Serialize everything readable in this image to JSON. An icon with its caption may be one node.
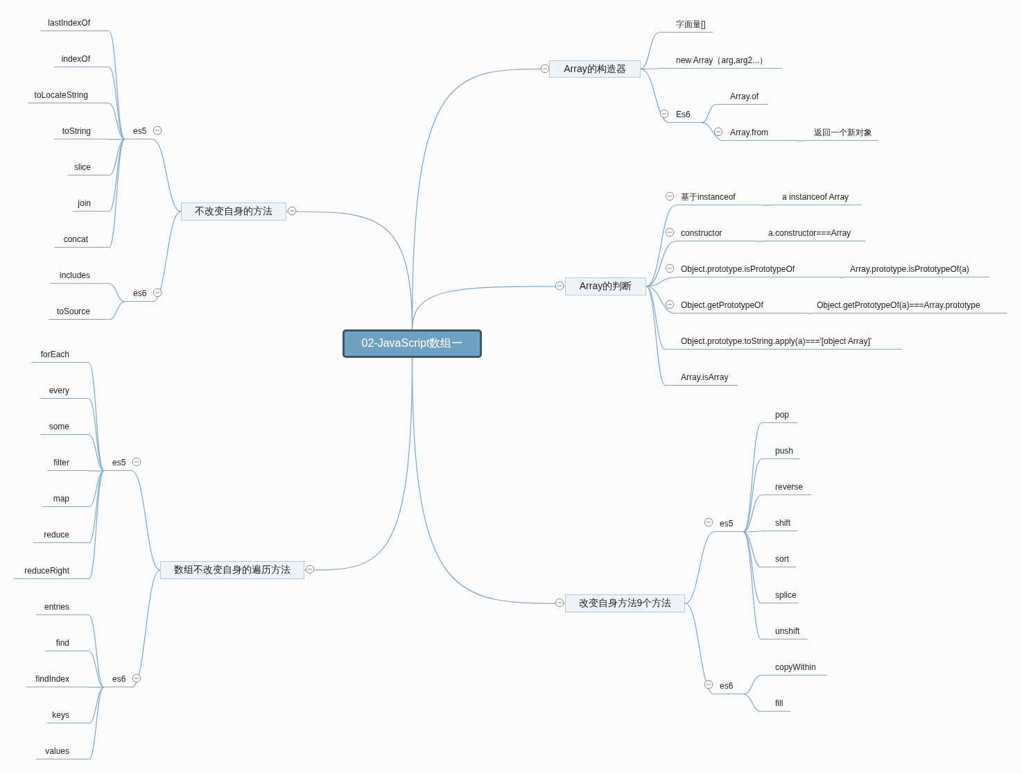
{
  "diagram": {
    "nodes": [
      {
        "text": [
          "02-JavaScript数组一"
        ]
      },
      {
        "text": [
          "Array的构造器"
        ]
      },
      {
        "text": [
          "字面量[]"
        ]
      },
      {
        "text": [
          "new Array（arg,arg2...）"
        ]
      },
      {
        "text": [
          "Es6"
        ]
      },
      {
        "text": [
          "Array.of"
        ]
      },
      {
        "text": [
          "Array.from"
        ]
      },
      {
        "text": [
          "返回一个新对象"
        ]
      },
      {
        "text": [
          "Array的判断"
        ]
      },
      {
        "text": [
          "基于instanceof"
        ]
      },
      {
        "text": [
          "a instanceof Array"
        ]
      },
      {
        "text": [
          "constructor"
        ]
      },
      {
        "text": [
          "a.constructor===Array"
        ]
      },
      {
        "text": [
          "Object.prototype.isPrototypeOf"
        ]
      },
      {
        "text": [
          "Array.prototype.isPrototypeOf(a)"
        ]
      },
      {
        "text": [
          "Object.getPrototypeOf"
        ]
      },
      {
        "text": [
          "Object.getPrototypeOf(a)===Array.prototype"
        ]
      },
      {
        "text": [
          "Object.prototype.toString.apply(a)==='[object Array]'"
        ]
      },
      {
        "text": [
          "Array.isArray"
        ]
      },
      {
        "text": [
          "改变自身方法9个方法"
        ]
      },
      {
        "text": [
          "es5"
        ]
      },
      {
        "text": [
          "pop"
        ]
      },
      {
        "text": [
          "push"
        ]
      },
      {
        "text": [
          "reverse"
        ]
      },
      {
        "text": [
          "shift"
        ]
      },
      {
        "text": [
          "sort"
        ]
      },
      {
        "text": [
          "splice"
        ]
      },
      {
        "text": [
          "unshift"
        ]
      },
      {
        "text": [
          "es6"
        ]
      },
      {
        "text": [
          "copyWithin"
        ]
      },
      {
        "text": [
          "fill"
        ]
      },
      {
        "text": [
          "不改变自身的方法"
        ]
      },
      {
        "text": [
          "es5"
        ]
      },
      {
        "text": [
          "lastIndexOf"
        ]
      },
      {
        "text": [
          "indexOf"
        ]
      },
      {
        "text": [
          "toLocateString"
        ]
      },
      {
        "text": [
          "toString"
        ]
      },
      {
        "text": [
          "slice"
        ]
      },
      {
        "text": [
          "join"
        ]
      },
      {
        "text": [
          "concat"
        ]
      },
      {
        "text": [
          "es6"
        ]
      },
      {
        "text": [
          "includes"
        ]
      },
      {
        "text": [
          "toSource"
        ]
      },
      {
        "text": [
          "数组不改变自身的遍历方法"
        ]
      },
      {
        "text": [
          "es5"
        ]
      },
      {
        "text": [
          "forEach"
        ]
      },
      {
        "text": [
          "every"
        ]
      },
      {
        "text": [
          "some"
        ]
      },
      {
        "text": [
          "filter"
        ]
      },
      {
        "text": [
          "map"
        ]
      },
      {
        "text": [
          "reduce"
        ]
      },
      {
        "text": [
          "reduceRight"
        ]
      },
      {
        "text": [
          "es6"
        ]
      },
      {
        "text": [
          "entries"
        ]
      },
      {
        "text": [
          "find"
        ]
      },
      {
        "text": [
          "findIndex"
        ]
      },
      {
        "text": [
          "keys"
        ]
      },
      {
        "text": [
          "values"
        ]
      }
    ],
    "edges": [
      {
        "from": 0,
        "to": 1,
        "arrow": "none"
      },
      {
        "from": 1,
        "to": 2,
        "arrow": "none"
      },
      {
        "from": 1,
        "to": 3,
        "arrow": "none"
      },
      {
        "from": 1,
        "to": 4,
        "arrow": "none"
      },
      {
        "from": 4,
        "to": 5,
        "arrow": "none"
      },
      {
        "from": 4,
        "to": 6,
        "arrow": "none"
      },
      {
        "from": 6,
        "to": 7,
        "arrow": "none"
      },
      {
        "from": 0,
        "to": 8,
        "arrow": "none"
      },
      {
        "from": 8,
        "to": 9,
        "arrow": "none"
      },
      {
        "from": 9,
        "to": 10,
        "arrow": "none"
      },
      {
        "from": 8,
        "to": 11,
        "arrow": "none"
      },
      {
        "from": 11,
        "to": 12,
        "arrow": "none"
      },
      {
        "from": 8,
        "to": 13,
        "arrow": "none"
      },
      {
        "from": 13,
        "to": 14,
        "arrow": "none"
      },
      {
        "from": 8,
        "to": 15,
        "arrow": "none"
      },
      {
        "from": 15,
        "to": 16,
        "arrow": "none"
      },
      {
        "from": 8,
        "to": 17,
        "arrow": "none"
      },
      {
        "from": 8,
        "to": 18,
        "arrow": "none"
      },
      {
        "from": 0,
        "to": 19,
        "arrow": "none"
      },
      {
        "from": 19,
        "to": 20,
        "arrow": "none"
      },
      {
        "from": 20,
        "to": 21,
        "arrow": "none"
      },
      {
        "from": 20,
        "to": 22,
        "arrow": "none"
      },
      {
        "from": 20,
        "to": 23,
        "arrow": "none"
      },
      {
        "from": 20,
        "to": 24,
        "arrow": "none"
      },
      {
        "from": 20,
        "to": 25,
        "arrow": "none"
      },
      {
        "from": 20,
        "to": 26,
        "arrow": "none"
      },
      {
        "from": 20,
        "to": 27,
        "arrow": "none"
      },
      {
        "from": 19,
        "to": 28,
        "arrow": "none"
      },
      {
        "from": 28,
        "to": 29,
        "arrow": "none"
      },
      {
        "from": 28,
        "to": 30,
        "arrow": "none"
      },
      {
        "from": 0,
        "to": 31,
        "arrow": "none"
      },
      {
        "from": 31,
        "to": 32,
        "arrow": "none"
      },
      {
        "from": 32,
        "to": 33,
        "arrow": "none"
      },
      {
        "from": 32,
        "to": 34,
        "arrow": "none"
      },
      {
        "from": 32,
        "to": 35,
        "arrow": "none"
      },
      {
        "from": 32,
        "to": 36,
        "arrow": "none"
      },
      {
        "from": 32,
        "to": 37,
        "arrow": "none"
      },
      {
        "from": 32,
        "to": 38,
        "arrow": "none"
      },
      {
        "from": 32,
        "to": 39,
        "arrow": "none"
      },
      {
        "from": 31,
        "to": 40,
        "arrow": "none"
      },
      {
        "from": 40,
        "to": 41,
        "arrow": "none"
      },
      {
        "from": 40,
        "to": 42,
        "arrow": "none"
      },
      {
        "from": 0,
        "to": 43,
        "arrow": "none"
      },
      {
        "from": 43,
        "to": 44,
        "arrow": "none"
      },
      {
        "from": 44,
        "to": 45,
        "arrow": "none"
      },
      {
        "from": 44,
        "to": 46,
        "arrow": "none"
      },
      {
        "from": 44,
        "to": 47,
        "arrow": "none"
      },
      {
        "from": 44,
        "to": 48,
        "arrow": "none"
      },
      {
        "from": 44,
        "to": 49,
        "arrow": "none"
      },
      {
        "from": 44,
        "to": 50,
        "arrow": "none"
      },
      {
        "from": 44,
        "to": 51,
        "arrow": "none"
      },
      {
        "from": 43,
        "to": 52,
        "arrow": "none"
      },
      {
        "from": 52,
        "to": 53,
        "arrow": "none"
      },
      {
        "from": 52,
        "to": 54,
        "arrow": "none"
      },
      {
        "from": 52,
        "to": 55,
        "arrow": "none"
      },
      {
        "from": 52,
        "to": 56,
        "arrow": "none"
      },
      {
        "from": 52,
        "to": 57,
        "arrow": "none"
      }
    ]
  }
}
